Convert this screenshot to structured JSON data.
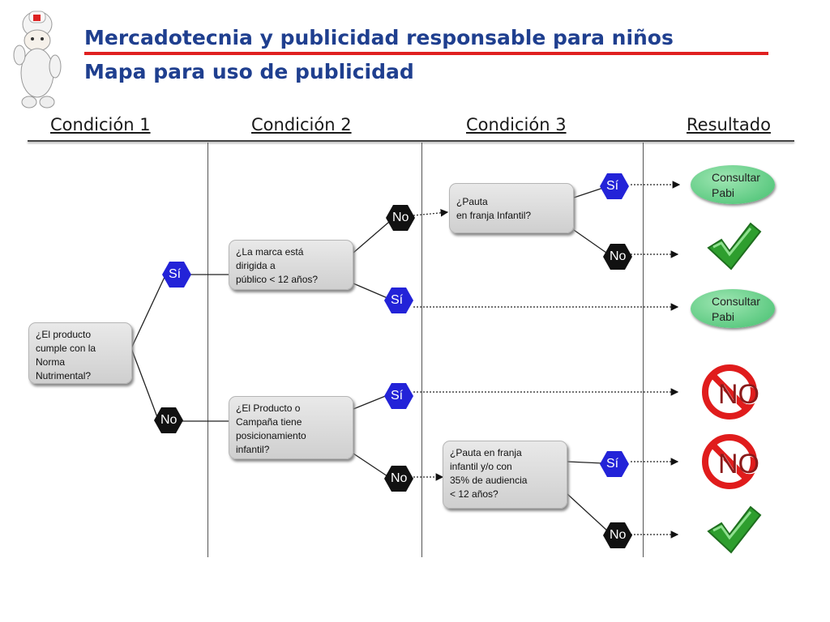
{
  "header": {
    "title_line1": "Mercadotecnia y publicidad responsable para niños",
    "title_line2": "Mapa para uso de publicidad"
  },
  "columns": [
    "Condición 1",
    "Condición 2",
    "Condición 3",
    "Resultado"
  ],
  "questions": {
    "q1": "¿El producto\ncumple con la\nNorma\nNutrimental?",
    "q2a": "¿La marca está\ndirigida a\npúblico < 12 años?",
    "q2b": "¿El Producto o\nCampaña tiene\nposicionamiento\ninfantil?",
    "q3a": "¿Pauta\nen franja Infantil?",
    "q3b": "¿Pauta en franja\ninfantil y/o con\n35% de audiencia\n < 12 años?"
  },
  "labels": {
    "si": "Sí",
    "no": "No"
  },
  "results": {
    "consultar": "Consultar\nPabi",
    "no_text": "NO"
  },
  "colors": {
    "title": "#1f3f8f",
    "accent_line": "#e02020",
    "si_hex": "#2323d8",
    "no_hex": "#111111",
    "pabi": "#43bf6e",
    "check": "#2e9e2e",
    "prohibit": "#e01c1c"
  }
}
